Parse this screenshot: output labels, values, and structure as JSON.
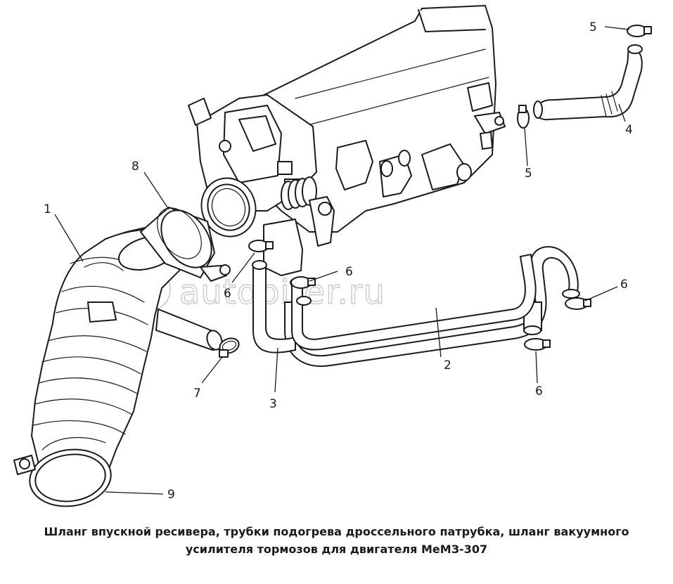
{
  "diagram": {
    "watermark": "autopiter.ru",
    "callouts": {
      "c1": "1",
      "c2": "2",
      "c3": "3",
      "c4": "4",
      "c5a": "5",
      "c5b": "5",
      "c6a": "6",
      "c6b": "6",
      "c6c": "6",
      "c6d": "6",
      "c7": "7",
      "c8": "8",
      "c9": "9"
    }
  },
  "caption": {
    "line1": "Шланг впускной ресивера, трубки подогрева дроссельного патрубка, шланг вакуумного",
    "line2": "усилителя тормозов для двигателя МеМЗ-307"
  }
}
